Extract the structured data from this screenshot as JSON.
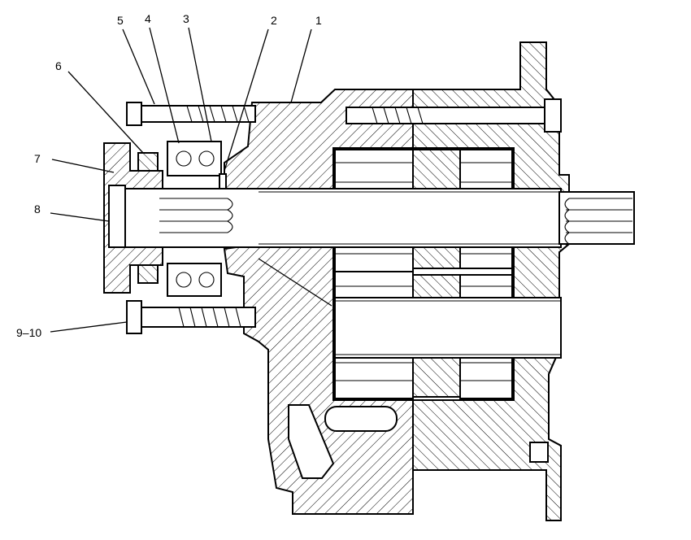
{
  "callouts": [
    {
      "id": "1",
      "text": "1"
    },
    {
      "id": "2",
      "text": "2"
    },
    {
      "id": "3",
      "text": "3"
    },
    {
      "id": "4",
      "text": "4"
    },
    {
      "id": "5",
      "text": "5"
    },
    {
      "id": "6",
      "text": "6"
    },
    {
      "id": "7",
      "text": "7"
    },
    {
      "id": "8",
      "text": "8"
    },
    {
      "id": "9-10",
      "text": "9–10"
    }
  ],
  "colors": {
    "line": "#000000",
    "background": "#ffffff"
  }
}
